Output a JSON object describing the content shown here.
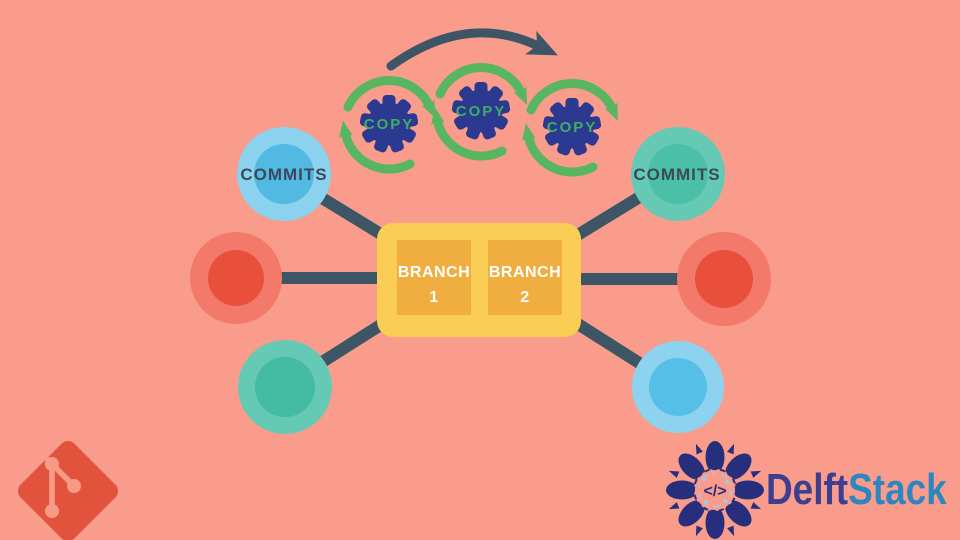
{
  "copy_flow": {
    "gear_labels": [
      "COPY",
      "COPY",
      "COPY"
    ]
  },
  "commit_nodes": {
    "left": {
      "top_label": "COMMITS"
    },
    "right": {
      "top_label": "COMMITS"
    }
  },
  "branch_panel": {
    "branches": [
      {
        "name": "BRANCH",
        "number": "1"
      },
      {
        "name": "BRANCH",
        "number": "2"
      }
    ]
  },
  "branding": {
    "git_logo_icon": "git-branch-icon",
    "delftstack": {
      "part1": "Delft",
      "part2": "Stack",
      "code_glyph": "</>"
    }
  },
  "colors": {
    "background": "#F99C8C",
    "line_dark": "#3D5666",
    "flow_arrow_dark": "#3E5566",
    "gear_navy": "#2B3990",
    "copy_text_green": "#3FAE63",
    "cycle_arrow_green": "#58B661",
    "panel_yellow": "#FACD55",
    "panel_inner_orange": "#F0AE41",
    "node_blue_outer": "#8AD2EE",
    "node_blue_inner": "#52B9E2",
    "node_red_outer": "#F3796A",
    "node_red_inner": "#E8503C",
    "node_teal_outer": "#65C9B3",
    "node_teal_inner": "#43BCA3",
    "git_red": "#E2533D",
    "git_icon_light": "#F79B86",
    "delft_navy": "#3C3F90",
    "stack_blue": "#2E86C1",
    "mandala_navy": "#272F7D",
    "circuit_light_blue": "#8FD4F2"
  }
}
